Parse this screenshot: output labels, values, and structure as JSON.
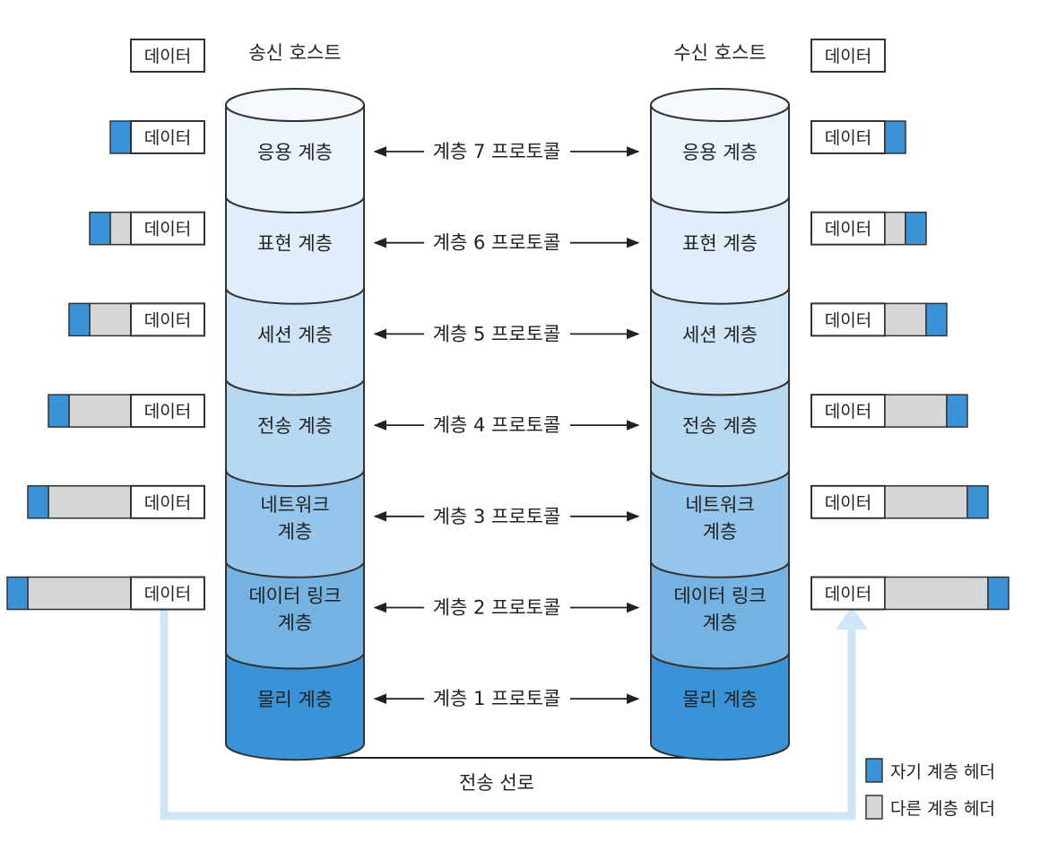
{
  "sender": {
    "title": "송신 호스트",
    "top_data": "데이터"
  },
  "receiver": {
    "title": "수신 호스트",
    "top_data": "데이터"
  },
  "layers": [
    {
      "lines": [
        "응용 계층"
      ],
      "protocol": "계층 7 프로토콜",
      "data": "데이터"
    },
    {
      "lines": [
        "표현 계층"
      ],
      "protocol": "계층 6 프로토콜",
      "data": "데이터"
    },
    {
      "lines": [
        "세션 계층"
      ],
      "protocol": "계층 5 프로토콜",
      "data": "데이터"
    },
    {
      "lines": [
        "전송 계층"
      ],
      "protocol": "계층 4 프로토콜",
      "data": "데이터"
    },
    {
      "lines": [
        "네트워크",
        "계층"
      ],
      "protocol": "계층 3 프로토콜",
      "data": "데이터"
    },
    {
      "lines": [
        "데이터 링크",
        "계층"
      ],
      "protocol": "계층 2 프로토콜",
      "data": "데이터"
    },
    {
      "lines": [
        "물리 계층"
      ],
      "protocol": "계층 1 프로토콜",
      "data": ""
    }
  ],
  "medium": "전송 선로",
  "legend": {
    "own": "자기 계층 헤더",
    "other": "다른 계층 헤더"
  },
  "colors": {
    "own_header": "#3a93d6",
    "other_header": "#d6d6d6",
    "flow_arrow": "#cfe6f6",
    "layer_fills": [
      "#eaf4fc",
      "#dfeefa",
      "#cfe5f7",
      "#b6d8f1",
      "#95c5ea",
      "#74b2e2",
      "#3a93d6"
    ],
    "layer_tops": [
      "#f4f9fe",
      "#f4f9fe",
      "#eef6fd",
      "#e4f1fb",
      "#dbecf8",
      "#d2e7f7",
      "#cfe5f7"
    ]
  }
}
